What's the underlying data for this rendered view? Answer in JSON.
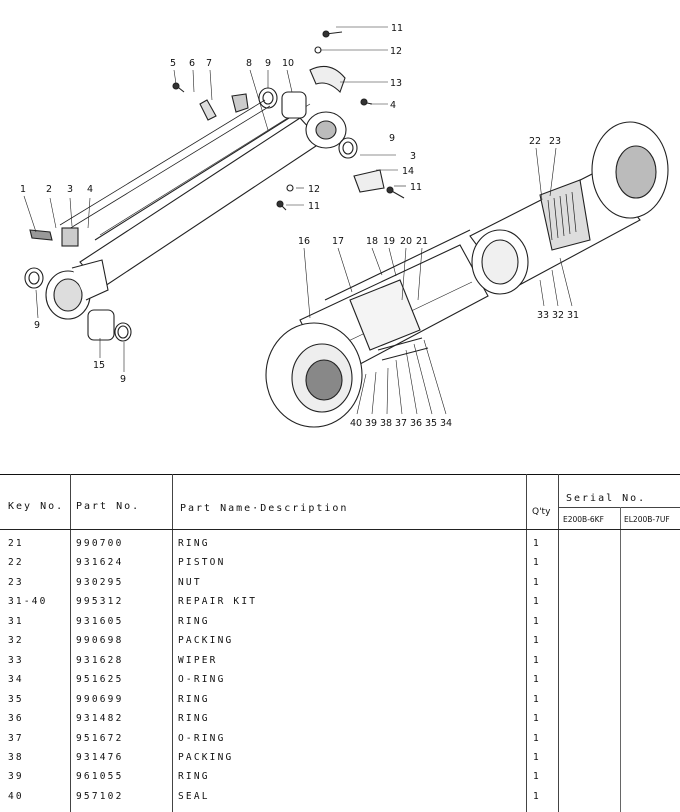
{
  "diagram": {
    "callouts": [
      {
        "id": "c1",
        "text": "1"
      },
      {
        "id": "c2",
        "text": "2"
      },
      {
        "id": "c3",
        "text": "3"
      },
      {
        "id": "c4",
        "text": "4"
      },
      {
        "id": "c5",
        "text": "5"
      },
      {
        "id": "c6",
        "text": "6"
      },
      {
        "id": "c7",
        "text": "7"
      },
      {
        "id": "c8",
        "text": "8"
      },
      {
        "id": "c9a",
        "text": "9"
      },
      {
        "id": "c10",
        "text": "10"
      },
      {
        "id": "c11a",
        "text": "11"
      },
      {
        "id": "c12a",
        "text": "12"
      },
      {
        "id": "c13",
        "text": "13"
      },
      {
        "id": "c4b",
        "text": "4"
      },
      {
        "id": "c9b",
        "text": "9"
      },
      {
        "id": "c3b",
        "text": "3"
      },
      {
        "id": "c14",
        "text": "14"
      },
      {
        "id": "c11b",
        "text": "11"
      },
      {
        "id": "c12b",
        "text": "12"
      },
      {
        "id": "c11c",
        "text": "11"
      },
      {
        "id": "c9c",
        "text": "9"
      },
      {
        "id": "c15",
        "text": "15"
      },
      {
        "id": "c9d",
        "text": "9"
      },
      {
        "id": "c16",
        "text": "16"
      },
      {
        "id": "c17",
        "text": "17"
      },
      {
        "id": "c18",
        "text": "18"
      },
      {
        "id": "c19",
        "text": "19"
      },
      {
        "id": "c20",
        "text": "20"
      },
      {
        "id": "c21",
        "text": "21"
      },
      {
        "id": "c22",
        "text": "22"
      },
      {
        "id": "c23",
        "text": "23"
      },
      {
        "id": "c33",
        "text": "33"
      },
      {
        "id": "c32",
        "text": "32"
      },
      {
        "id": "c31",
        "text": "31"
      },
      {
        "id": "c40",
        "text": "40"
      },
      {
        "id": "c39",
        "text": "39"
      },
      {
        "id": "c38",
        "text": "38"
      },
      {
        "id": "c37",
        "text": "37"
      },
      {
        "id": "c36",
        "text": "36"
      },
      {
        "id": "c35",
        "text": "35"
      },
      {
        "id": "c34",
        "text": "34"
      }
    ]
  },
  "table": {
    "headers": {
      "key": "Key No.",
      "part": "Part No.",
      "name": "Part Name·Description",
      "qty": "Q'ty",
      "serial": "Serial No.",
      "serial_a": "E200B-6KF",
      "serial_b": "EL200B-7UF"
    },
    "rows": [
      {
        "key": "21",
        "part": "990700",
        "name": "RING",
        "qty": "1"
      },
      {
        "key": "22",
        "part": "931624",
        "name": "PISTON",
        "qty": "1"
      },
      {
        "key": "23",
        "part": "930295",
        "name": "NUT",
        "qty": "1"
      },
      {
        "key": "31-40",
        "part": "995312",
        "name": "REPAIR KIT",
        "qty": "1"
      },
      {
        "key": "31",
        "part": "931605",
        "name": "RING",
        "qty": "1"
      },
      {
        "key": "32",
        "part": "990698",
        "name": "PACKING",
        "qty": "1"
      },
      {
        "key": "33",
        "part": "931628",
        "name": "WIPER",
        "qty": "1"
      },
      {
        "key": "34",
        "part": "951625",
        "name": "O-RING",
        "qty": "1"
      },
      {
        "key": "35",
        "part": "990699",
        "name": "RING",
        "qty": "1"
      },
      {
        "key": "36",
        "part": "931482",
        "name": "RING",
        "qty": "1"
      },
      {
        "key": "37",
        "part": "951672",
        "name": "O-RING",
        "qty": "1"
      },
      {
        "key": "38",
        "part": "931476",
        "name": "PACKING",
        "qty": "1"
      },
      {
        "key": "39",
        "part": "961055",
        "name": "RING",
        "qty": "1"
      },
      {
        "key": "40",
        "part": "957102",
        "name": "SEAL",
        "qty": "1"
      }
    ]
  }
}
